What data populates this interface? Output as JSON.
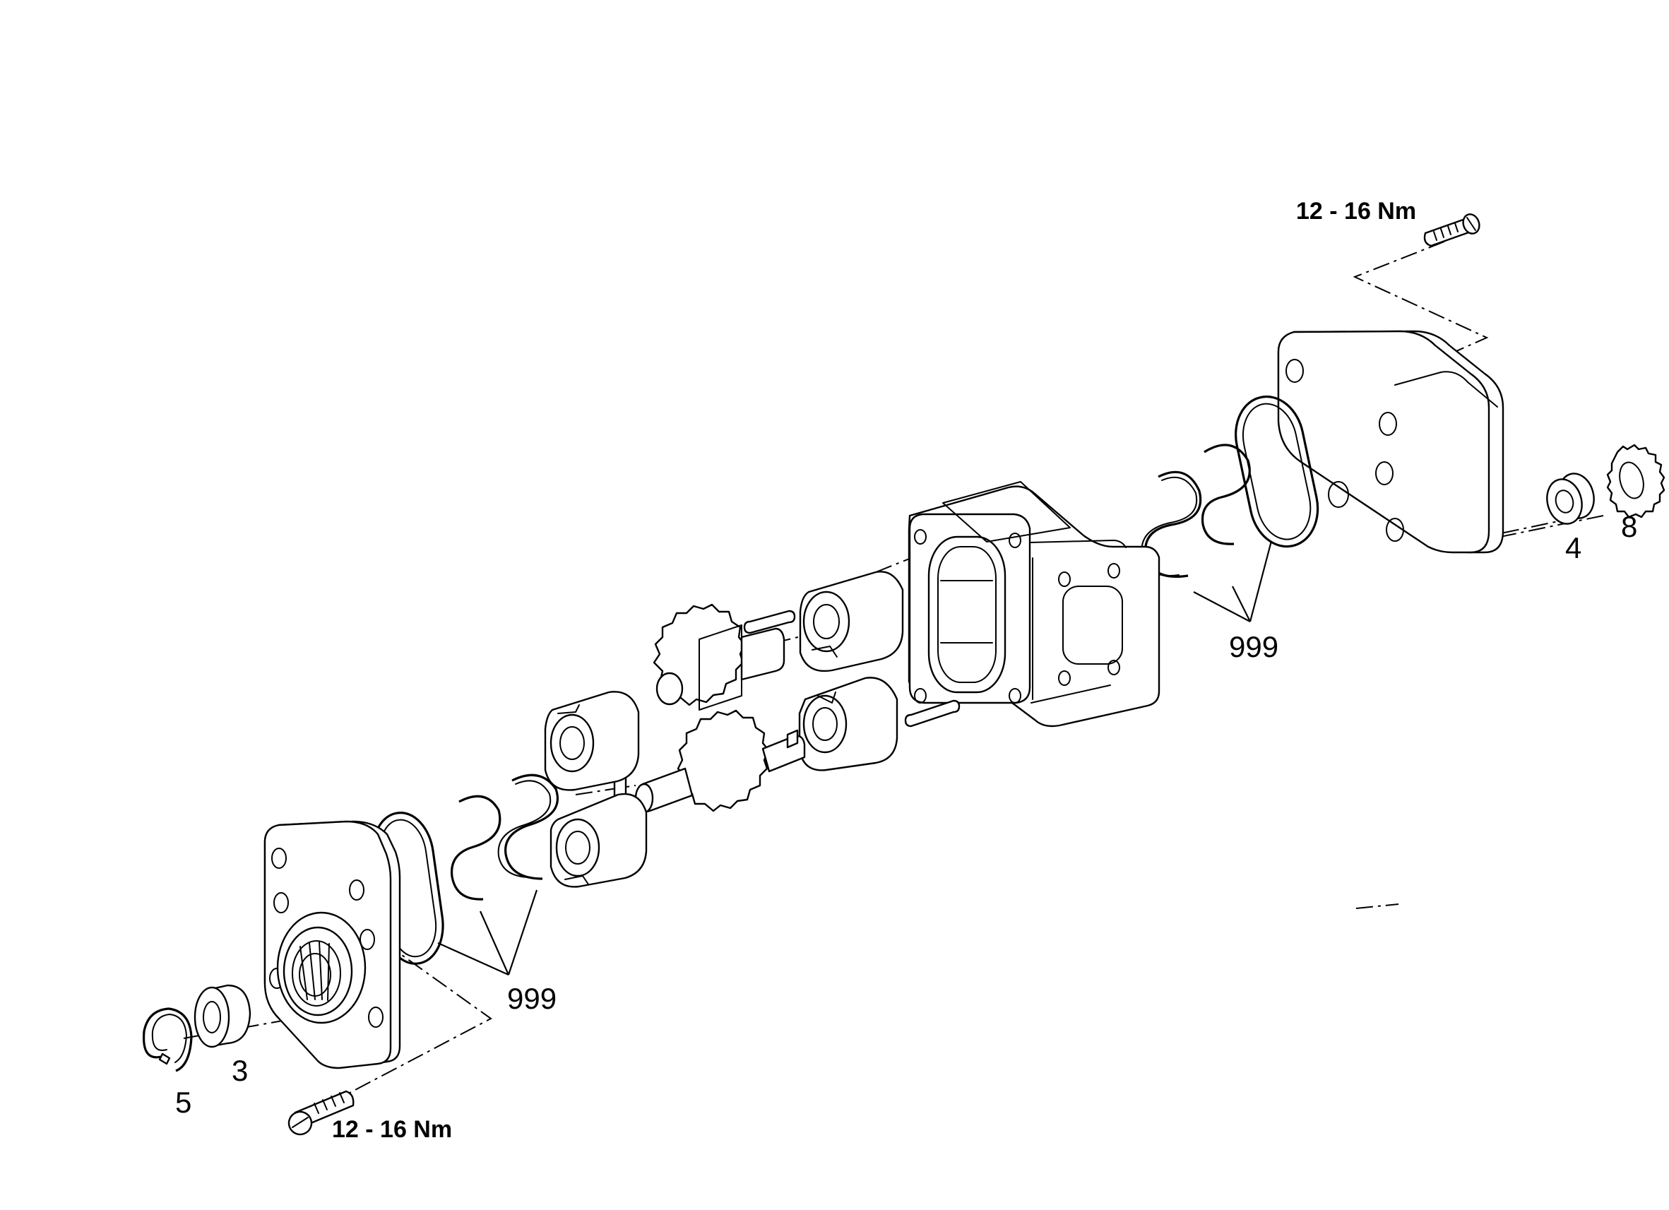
{
  "labels": {
    "torque_top": "12 - 16 Nm",
    "torque_bottom": "12 - 16 Nm",
    "seal_kit_right": "999",
    "seal_kit_left": "999",
    "part_4": "4",
    "part_8": "8",
    "part_3": "3",
    "part_5": "5"
  }
}
